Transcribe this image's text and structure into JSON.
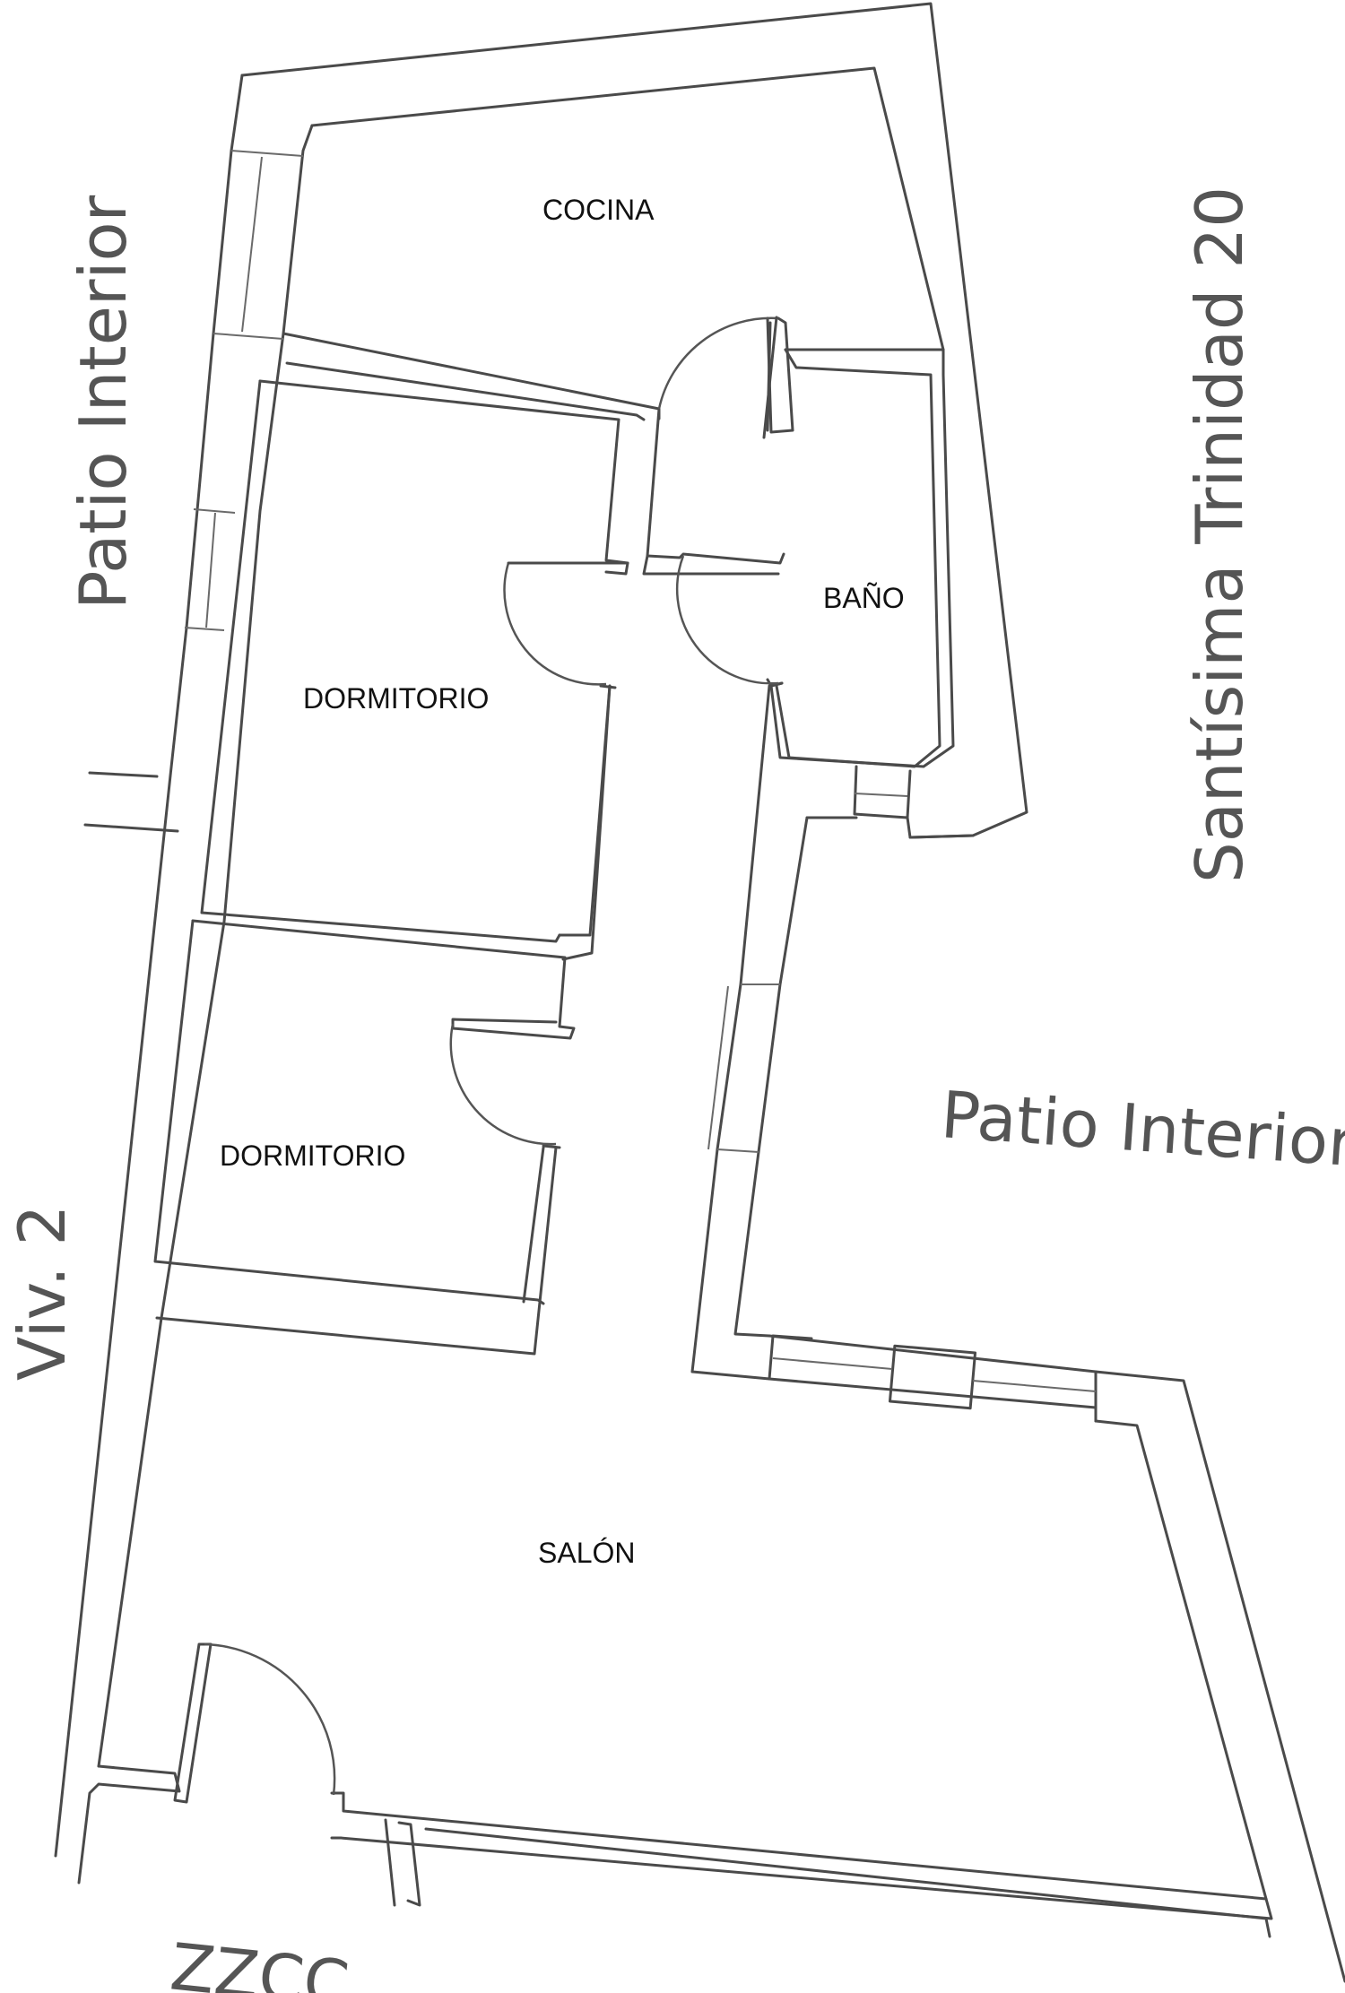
{
  "rooms": {
    "cocina": "COCINA",
    "dormitorio_1": "DORMITORIO",
    "dormitorio_2": "DORMITORIO",
    "bano": "BAÑO",
    "salon": "SALÓN"
  },
  "surroundings": {
    "patio_left": "Patio Interior",
    "patio_right": "Patio Interior",
    "street": "Santísima Trinidad 20",
    "neighbour": "Viv. 2",
    "common_areas": "ZZCC"
  },
  "colors": {
    "walls": "#4a4a4a",
    "paper": "#ffffff",
    "labels": "#555555"
  }
}
